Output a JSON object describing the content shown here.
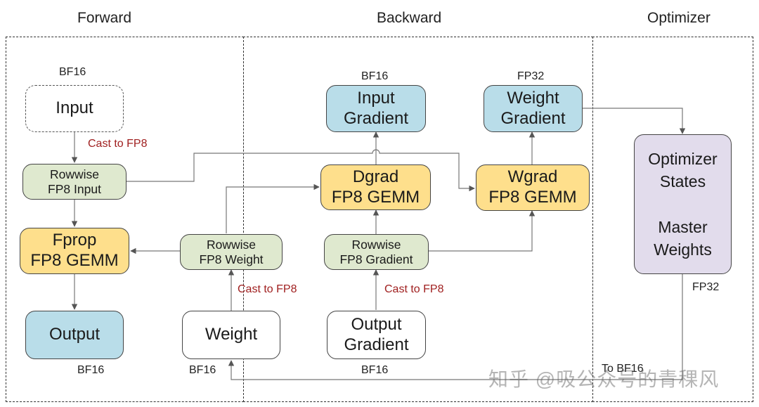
{
  "sections": {
    "forward": "Forward",
    "backward": "Backward",
    "optimizer": "Optimizer"
  },
  "boxes": {
    "input": "Input",
    "rowwise_input": "Rowwise\nFP8 Input",
    "fprop": "Fprop\nFP8 GEMM",
    "output": "Output",
    "rowwise_weight": "Rowwise\nFP8 Weight",
    "weight": "Weight",
    "input_gradient": "Input\nGradient",
    "dgrad": "Dgrad\nFP8 GEMM",
    "rowwise_gradient": "Rowwise\nFP8 Gradient",
    "output_gradient": "Output\nGradient",
    "weight_gradient": "Weight\nGradient",
    "wgrad": "Wgrad\nFP8  GEMM",
    "optimizer_states": "Optimizer\nStates\n\nMaster\nWeights"
  },
  "labels": {
    "input_dtype": "BF16",
    "output_dtype": "BF16",
    "weight_dtype": "BF16",
    "input_gradient_dtype": "BF16",
    "output_gradient_dtype": "BF16",
    "weight_gradient_dtype": "FP32",
    "master_weights_dtype": "FP32",
    "to_bf16": "To BF16"
  },
  "casts": {
    "input_cast": "Cast to FP8",
    "weight_cast": "Cast to FP8",
    "gradient_cast": "Cast to FP8"
  },
  "watermark": "知乎 @吸公众号的青稞风",
  "colors": {
    "blue": "#b9dde9",
    "yellow": "#fedf8c",
    "green": "#dfe9cf",
    "purple": "#e2dcec",
    "cast_red": "#a02020"
  }
}
